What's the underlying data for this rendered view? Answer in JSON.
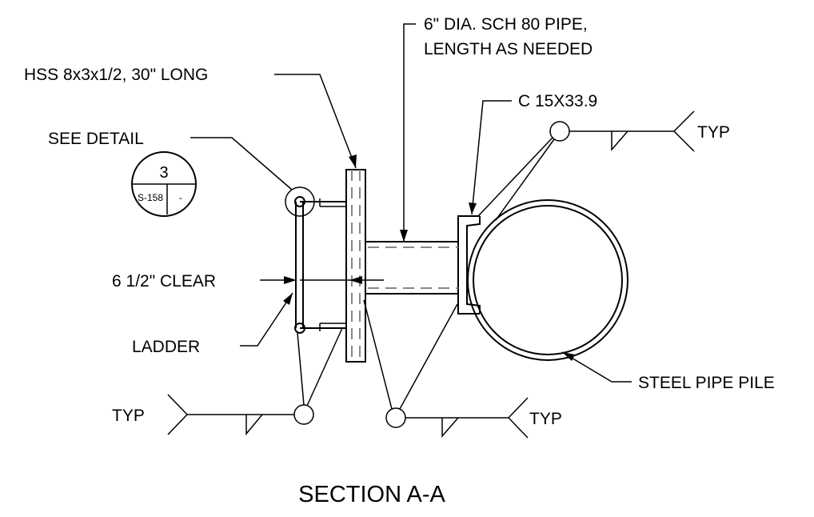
{
  "drawing": {
    "title": "SECTION A-A",
    "labels": {
      "pipe_line1": "6\" DIA. SCH 80 PIPE,",
      "pipe_line2": "LENGTH AS NEEDED",
      "hss": "HSS 8x3x1/2, 30\" LONG",
      "channel": "C 15X33.9",
      "see_detail": "SEE DETAIL",
      "clear": "6 1/2\" CLEAR",
      "ladder": "LADDER",
      "pile": "STEEL PIPE PILE",
      "typ_top_right": "TYP",
      "typ_bottom_left": "TYP",
      "typ_bottom_right": "TYP"
    },
    "detail_bubble": {
      "number": "3",
      "sheet": "S-158",
      "ref": "-"
    }
  }
}
